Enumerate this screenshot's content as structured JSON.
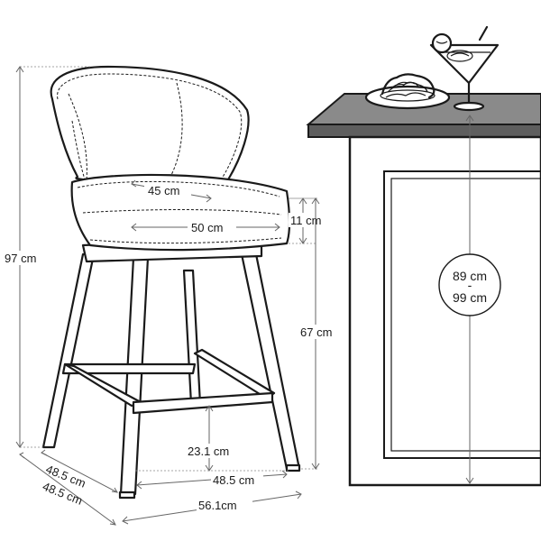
{
  "colors": {
    "ink": "#1a1a1a",
    "counter_top": "#8a8a8a",
    "counter_edge": "#5e5e5e",
    "dimension_line": "#666666"
  },
  "dimensions": {
    "total_height": "97 cm",
    "seat_depth": "45 cm",
    "seat_width": "50 cm",
    "seat_thickness": "11 cm",
    "seat_height": "67 cm",
    "footrest_height": "23.1 cm",
    "footrest_width": "48.5 cm",
    "base_depth_1": "48.5 cm",
    "base_depth_2": "48.5 cm",
    "base_width": "56.1cm",
    "counter_height_top": "89 cm",
    "counter_height_sep": "-",
    "counter_height_bottom": "99 cm"
  }
}
